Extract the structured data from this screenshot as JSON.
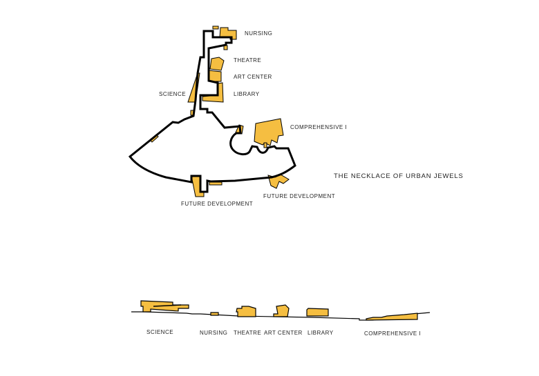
{
  "colors": {
    "building": "#F5BE41",
    "path": "#000000"
  },
  "plan_labels": {
    "nursing": "NURSING",
    "theatre": "THEATRE",
    "art_center": "ART CENTER",
    "science": "SCIENCE",
    "library": "LIBRARY",
    "comprehensive": "COMPREHENSIVE I",
    "future_dev_1": "FUTURE DEVELOPMENT",
    "future_dev_2": "FUTURE DEVELOPMENT"
  },
  "title": "THE NECKLACE OF URBAN JEWELS",
  "section_labels": {
    "science": "SCIENCE",
    "nursing": "NURSING",
    "theatre": "THEATRE",
    "art_center": "ART CENTER",
    "library": "LIBRARY",
    "comprehensive": "COMPREHENSIVE I"
  }
}
